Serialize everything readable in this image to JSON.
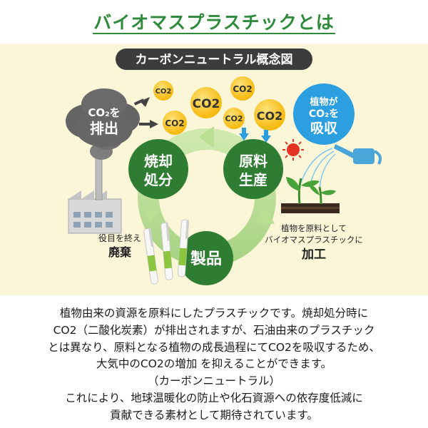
{
  "title": "バイオマスプラスチックとは",
  "diagram": {
    "banner": "カーボンニュートラル概念図",
    "cloud": {
      "line1": "CO₂を",
      "line2": "排出"
    },
    "co2": "CO2",
    "absorb": {
      "line1": "植物が",
      "line2": "CO₂を",
      "line3": "吸収"
    },
    "stages": {
      "burn": {
        "line1": "焼却",
        "line2": "処分"
      },
      "material": {
        "line1": "原料",
        "line2": "生産"
      },
      "product": "製品"
    },
    "notes": {
      "discard_small": "役目を終え",
      "discard_bold": "廃棄",
      "process_small1": "植物を原料として",
      "process_small2": "バイオマスプラスチックに",
      "process_bold": "加工"
    },
    "colors": {
      "cycle": "#34a853",
      "badge": "#2e7d32",
      "coin": "#ffc62a",
      "absorb": "#2b9fe0",
      "banner": "#3c3c3c"
    }
  },
  "description": {
    "lines": [
      "植物由来の資源を原料にしたプラスチックです。焼却処分時に",
      "CO2（二酸化炭素）が排出されますが、石油由来のプラスチック",
      "とは異なり、原料となる植物の成長過程にてCO2を吸収するため、",
      "大気中のCO2の増加 を抑えることができます。",
      "（カーボンニュートラル）",
      "これにより、地球温暖化の防止や化石資源への依存度低減に",
      "貢献できる素材として期待されています。"
    ]
  }
}
